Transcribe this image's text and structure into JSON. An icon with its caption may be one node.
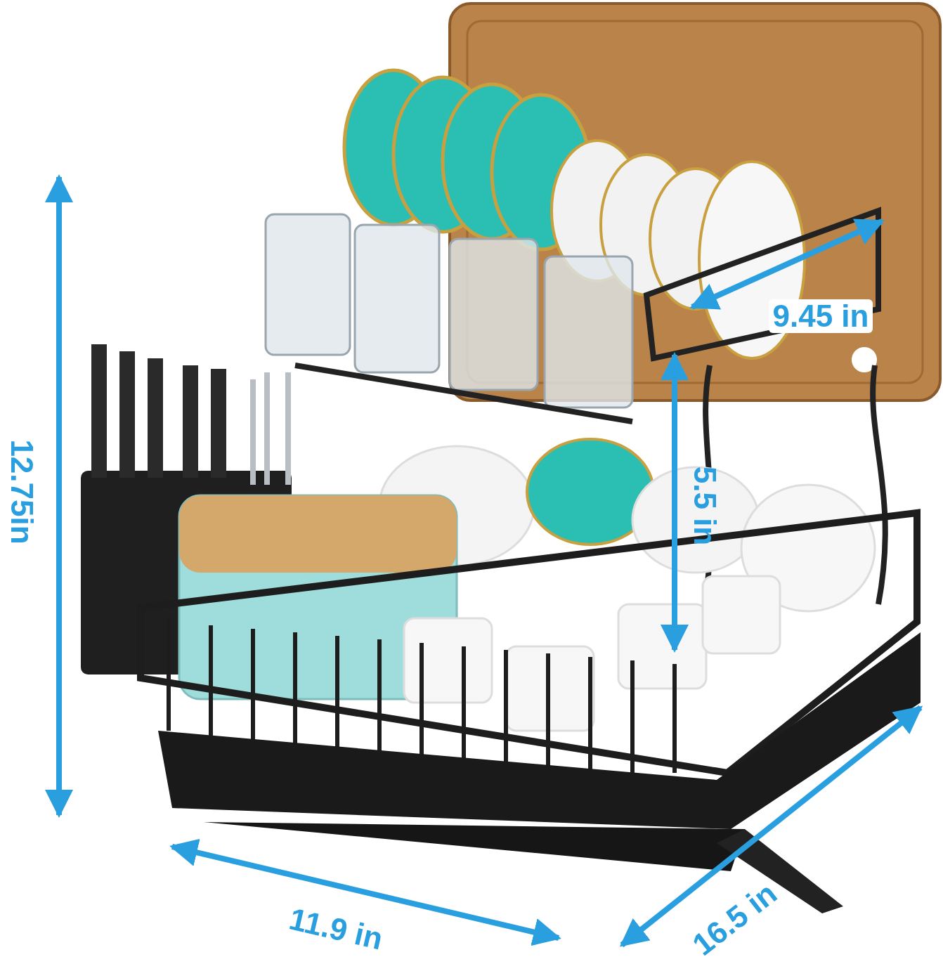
{
  "diagram": {
    "labels": [
      "9.45 in",
      "12.75in",
      "5.5 in",
      "11.9 in",
      "16.5 in"
    ]
  }
}
